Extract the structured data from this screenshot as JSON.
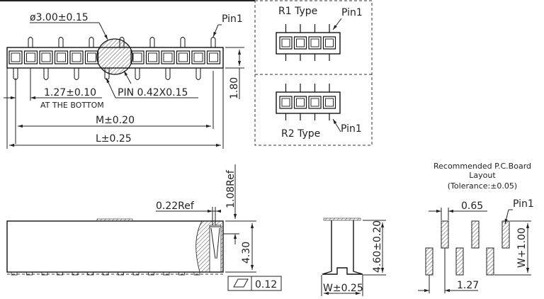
{
  "top_view": {
    "diameter_label": "ø3.00±0.15",
    "pin1_label": "Pin1",
    "pitch_label": "1.27±0.10",
    "pitch_note": "AT THE BOTTOM",
    "pin_label": "PIN  0.42X0.15",
    "height_label": "1.80",
    "m_label": "M±0.20",
    "l_label": "L±0.25"
  },
  "types": {
    "r1_label": "R1  Type",
    "r1_pin1": "Pin1",
    "r2_label": "R2  Type",
    "r2_pin1": "Pin1"
  },
  "side_view": {
    "ref_width_label": "0.22Ref",
    "ref_height_label": "1.08Ref",
    "height_label": "4.30",
    "flatness_value": "0.12"
  },
  "end_view": {
    "height_label": "4.60±0.20",
    "width_label": "W±0.25"
  },
  "pcb_layout": {
    "title_line1": "Recommended  P.C.Board",
    "title_line2": "Layout",
    "title_line3": "(Tolerance:±0.05)",
    "pad_width_label": "0.65",
    "pin1_label": "Pin1",
    "span_label": "W+1.00",
    "pitch_label": "1.27"
  }
}
